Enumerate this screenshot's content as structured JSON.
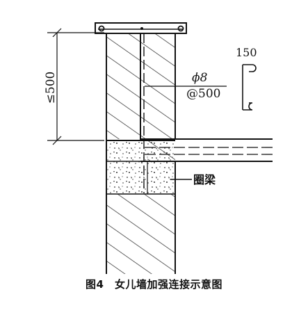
{
  "diagram": {
    "dimension_label": "≤500",
    "rebar_spec_line1": "ϕ8",
    "rebar_spec_line2": "@500",
    "hook_dimension": "150",
    "ring_beam_label": "圈梁"
  },
  "caption": "图4　女儿墙加强连接示意图"
}
